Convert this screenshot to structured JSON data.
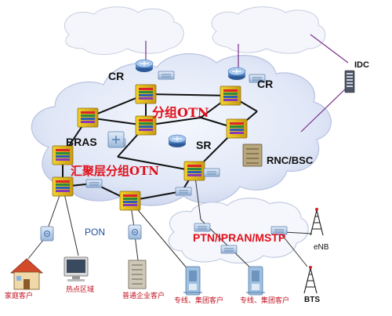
{
  "labels": {
    "cr_left": "CR",
    "cr_right": "CR",
    "idc": "IDC",
    "otn_group": "分组OTN",
    "bras": "BRAS",
    "sr": "SR",
    "rnc_bsc": "RNC/BSC",
    "aggregation_otn": "汇聚层分组OTN",
    "pon": "PON",
    "ptn_ipran_mstp": "PTN/IPRAN/MSTP",
    "enb": "eNB",
    "bts": "BTS",
    "home_customer": "家庭客户",
    "hotspot_area": "热点区域",
    "enterprise_customer": "普通企业客户",
    "dedicated_line_1": "专线、集团客户",
    "dedicated_line_2": "专线、集团客户"
  },
  "colors": {
    "cloud_fill": "#dfe6f6",
    "cloud_edge": "#b9c3e0",
    "link": "#111111",
    "uplink": "#7a2e8c",
    "label_red": "#e0101a",
    "customer_text": "#c01020"
  },
  "icons": [
    "router-icon",
    "otn-node-icon",
    "pon-olt-icon",
    "server-rack-icon",
    "radio-tower-icon",
    "house-icon",
    "computer-icon",
    "enterprise-building-icon",
    "customer-equipment-icon"
  ]
}
